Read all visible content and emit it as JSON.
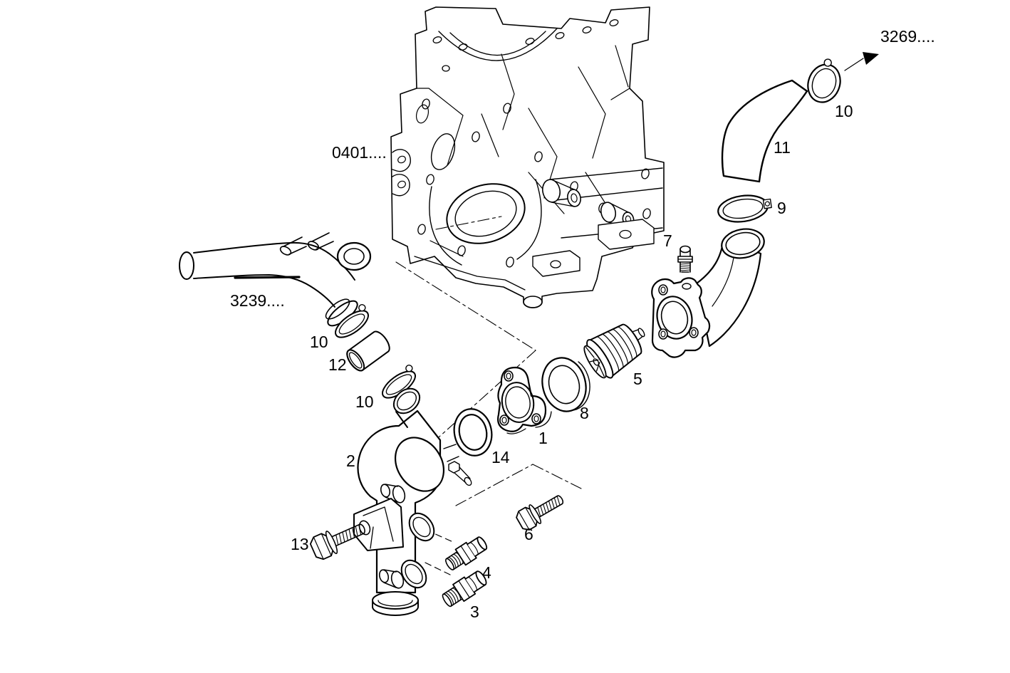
{
  "drawing": {
    "type": "exploded-parts-diagram",
    "background": "#ffffff",
    "line_color": "#000000"
  },
  "labels": [
    {
      "id": "ref-3269",
      "text": "3269...."
    },
    {
      "id": "callout-10-top-right",
      "text": "10"
    },
    {
      "id": "callout-11",
      "text": "11"
    },
    {
      "id": "callout-9",
      "text": "9"
    },
    {
      "id": "callout-7",
      "text": "7"
    },
    {
      "id": "ref-0401",
      "text": "0401...."
    },
    {
      "id": "ref-3239",
      "text": "3239...."
    },
    {
      "id": "callout-10-upper-left",
      "text": "10"
    },
    {
      "id": "callout-12",
      "text": "12"
    },
    {
      "id": "callout-10-lower-left",
      "text": "10"
    },
    {
      "id": "callout-2",
      "text": "2"
    },
    {
      "id": "callout-14",
      "text": "14"
    },
    {
      "id": "callout-1",
      "text": "1"
    },
    {
      "id": "callout-8",
      "text": "8"
    },
    {
      "id": "callout-5",
      "text": "5"
    },
    {
      "id": "callout-6",
      "text": "6"
    },
    {
      "id": "callout-13",
      "text": "13"
    },
    {
      "id": "callout-4",
      "text": "4"
    },
    {
      "id": "callout-3",
      "text": "3"
    }
  ]
}
